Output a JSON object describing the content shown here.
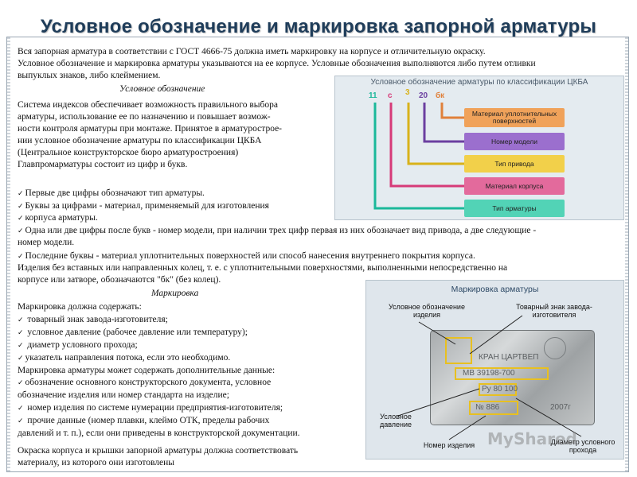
{
  "title": "Условное обозначение и маркировка запорной арматуры",
  "intro": [
    "Вся запорная арматура в соответствии с ГОСТ 4666-75 должна иметь маркировку на корпусе и отличительную окраску.",
    "Условное обозначение и маркировка арматуры указываются на ее корпусе. Условные обозначения выполняются либо путем отливки",
    "выпуклых знаков, либо клеймением."
  ],
  "section1_heading": "Условное обозначение",
  "section1_text": [
    "Система индексов обеспечивает возможность правильного выбора",
    " арматуры, использование ее по назначению и повышает возмож-",
    "ности контроля арматуры  при монтаже. Принятое в арматурострое-",
    "нии условное обозначение арматуры по классификации ЦКБА",
    "(Центральное конструкторское бюро арматуростроения)",
    "Главпромарматуры состоит из цифр и букв."
  ],
  "section1_bullets": [
    "Первые две цифры обозначают тип арматуры.",
    "Буквы за цифрами - материал, применяемый для изготовления",
    "корпуса арматуры.",
    "Одна или две цифры после букв - номер модели, при наличии трех цифр первая из них обозначает вид привода, а две следующие -",
    "номер модели.",
    "Последние буквы - материал уплотнительных поверхностей или способ нанесения внутреннего покрытия корпуса.",
    "Изделия без вставных или направленных колец, т. е. с уплотнительными поверхностями, выполненными непосредственно на",
    "корпусе или затворе, обозначаются \"бк\" (без колец)."
  ],
  "section2_heading": "Маркировка",
  "section2_text": [
    "Маркировка должна содержать:",
    " товарный знак завода-изготовителя;",
    " условное давление (рабочее давление или температуру);",
    " диаметр условного прохода;",
    "указатель направления потока, если это необходимо.",
    "Маркировка арматуры может содержать дополнительные данные:",
    "обозначение основного конструкторского документа, условное",
    "обозначение изделия или номер стандарта на изделие;",
    " номер изделия по системе нумерации предприятия-изготовителя;",
    " прочие данные (номер плавки, клеймо ОТК, пределы рабочих",
    "давлений и т. п.), если они приведены в конструкторской документации."
  ],
  "footer_text": [
    "Окраска корпуса и крышки запорной арматуры должна соответствовать",
    " материалу, из которого они изготовлены"
  ],
  "diagram1": {
    "title": "Условное обозначение арматуры по классификации ЦКБА",
    "codes": [
      "11",
      "с",
      "3",
      "20",
      "бк"
    ],
    "code_colors": [
      "#1bb89a",
      "#d63a78",
      "#d8b21a",
      "#6b3fa0",
      "#e0803a"
    ],
    "boxes": [
      {
        "label": "Материал уплотнительных поверхностей",
        "color": "#f0a25a"
      },
      {
        "label": "Номер модели",
        "color": "#9b6fce"
      },
      {
        "label": "Тип привода",
        "color": "#f2d04a"
      },
      {
        "label": "Материал корпуса",
        "color": "#e36a9c"
      },
      {
        "label": "Тип арматуры",
        "color": "#52d3b6"
      }
    ]
  },
  "diagram2": {
    "title": "Маркировка арматуры",
    "labels": {
      "designation": "Условное обозначение изделия",
      "trademark": "Товарный знак завода-изготовителя",
      "pressure": "Условное давление",
      "number": "Номер изделия",
      "diameter": "Диаметр условного прохода"
    },
    "plate_lines": [
      "КРАН ЦАРТВЕП",
      "МВ 39198-700",
      "Ру 80  100",
      "№ 886",
      "2007г"
    ]
  },
  "watermark": "MyShared"
}
